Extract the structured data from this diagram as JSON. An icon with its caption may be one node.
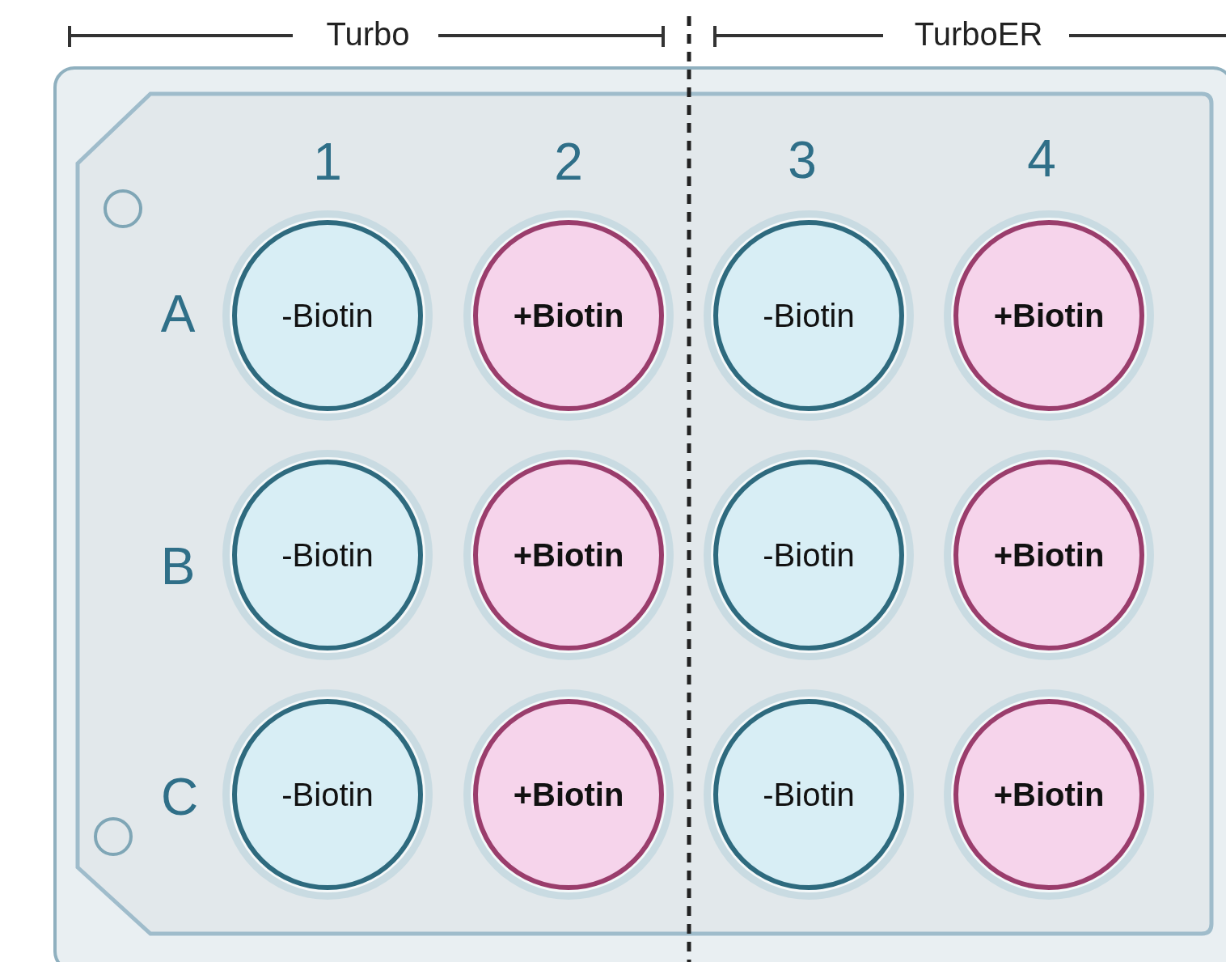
{
  "diagram": {
    "nodes": [
      {
        "text": [],
        "shape": "box"
      },
      {
        "text": [
          "-Biotin"
        ],
        "in": 0
      },
      {
        "text": [
          "+Biotin"
        ],
        "in": 0
      },
      {
        "text": [
          "-Biotin"
        ],
        "in": 0
      },
      {
        "text": [
          "+Biotin"
        ],
        "in": 0
      },
      {
        "text": [
          "-Biotin"
        ],
        "in": 0
      },
      {
        "text": [
          "+Biotin"
        ],
        "in": 0
      },
      {
        "text": [
          "-Biotin"
        ],
        "in": 0
      },
      {
        "text": [
          "+Biotin"
        ],
        "in": 0
      },
      {
        "text": [
          "-Biotin"
        ],
        "in": 0
      },
      {
        "text": [
          "+Biotin"
        ],
        "in": 0
      },
      {
        "text": [
          "-Biotin"
        ],
        "in": 0
      },
      {
        "text": [
          "+Biotin"
        ],
        "in": 0
      }
    ],
    "edges": [],
    "labels": [
      "Turbo",
      "TurboER",
      "1",
      "2",
      "3",
      "4",
      "A",
      "B",
      "C"
    ]
  }
}
